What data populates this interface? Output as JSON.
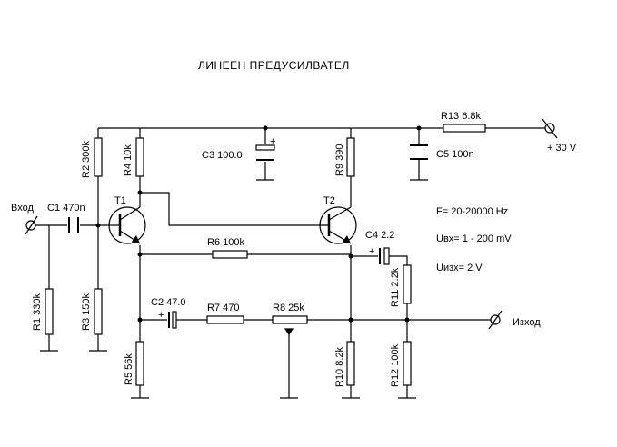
{
  "title": "ЛИНЕЕН  ПРЕДУСИЛВАТЕЛ",
  "labels": {
    "r13": "R13 6.8k",
    "c3": "C3 100.0",
    "c5": "C5 100n",
    "r2": "R2 300k",
    "r4": "R4 10k",
    "r9": "R9 390",
    "vin": "Вход",
    "c1": "C1 470n",
    "t1": "T1",
    "t2": "T2",
    "c4": "C4 2.2",
    "r6": "R6 100k",
    "r1": "R1 330k",
    "r3": "R3 150k",
    "c2": "C2 47.0",
    "r7": "R7 470",
    "r8": "R8 25k",
    "r11": "R11 2.2k",
    "r5": "R5 56k",
    "r10": "R10 8.2k",
    "r12": "R12 100k",
    "vout": "Изход",
    "supply": "+ 30 V",
    "freq": "F= 20-20000 Hz",
    "uin": "Uвх= 1 - 200 mV",
    "uout": "Uизх= 2 V",
    "plus": "+"
  }
}
